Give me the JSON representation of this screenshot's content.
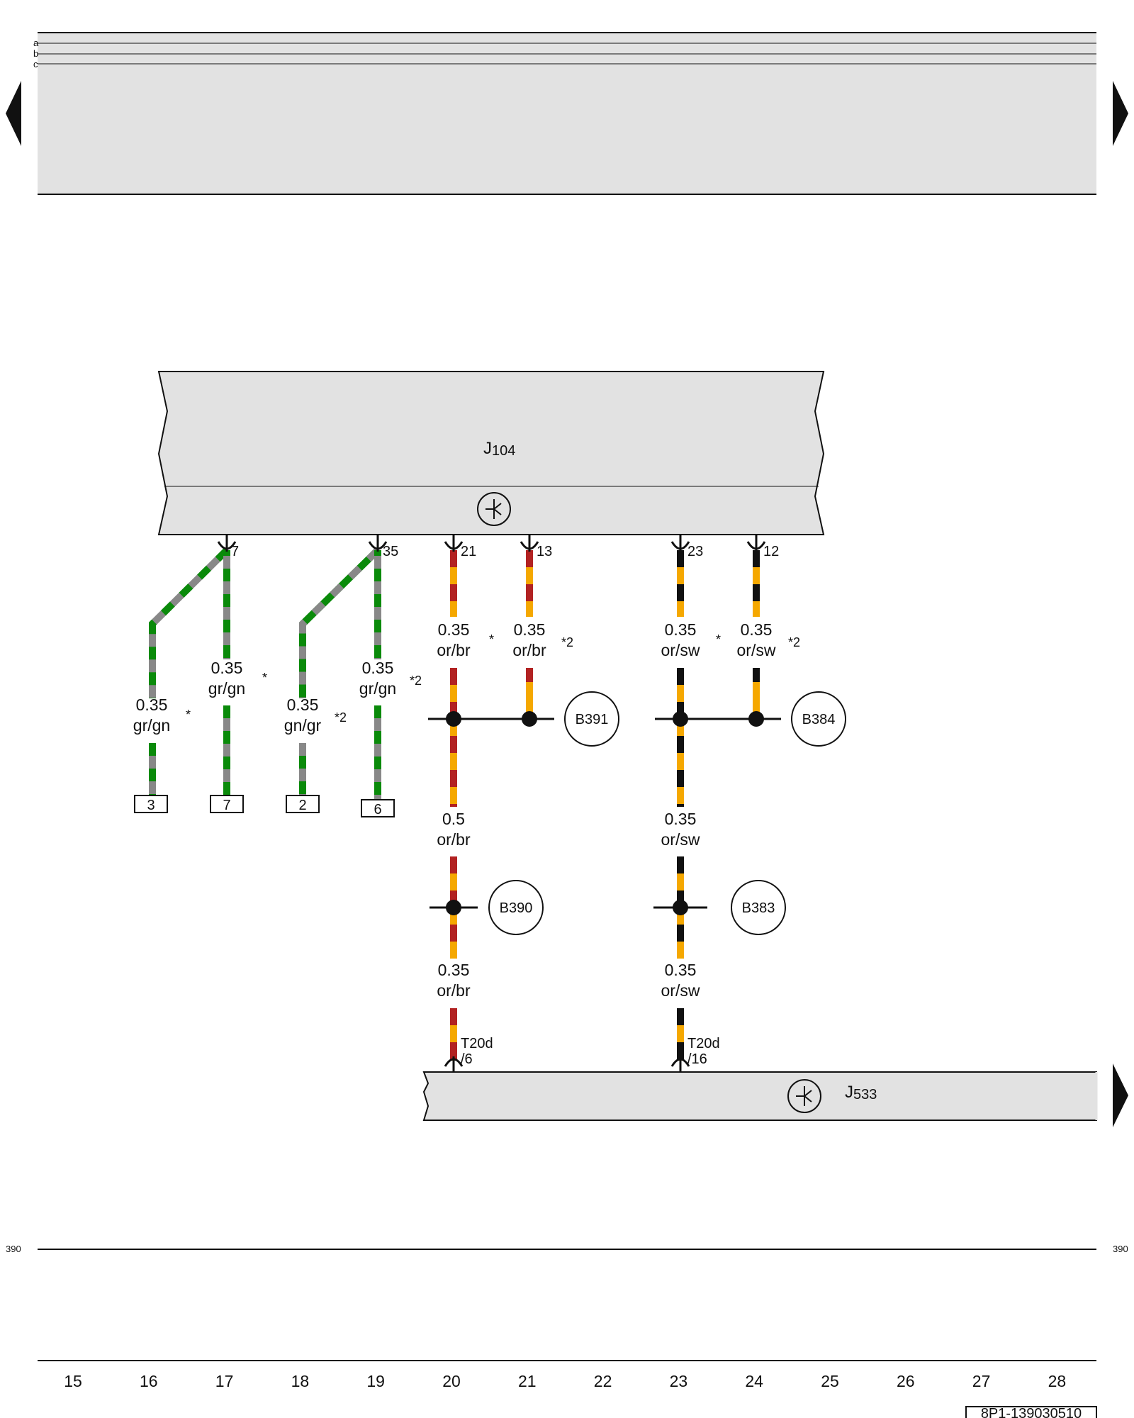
{
  "header": {
    "tracks": [
      "a",
      "b",
      "c"
    ],
    "page_left": "390",
    "page_right": "390"
  },
  "components": {
    "j104": {
      "name": "J",
      "sub": "104"
    },
    "j533": {
      "name": "J",
      "sub": "533"
    }
  },
  "pins": {
    "p7": "7",
    "p35": "35",
    "p21": "21",
    "p13": "13",
    "p23": "23",
    "p12": "12",
    "t20d_6": [
      "T20d",
      "/6"
    ],
    "t20d_16": [
      "T20d",
      "/16"
    ]
  },
  "wires": {
    "w1": [
      "0.35",
      "gr/gn"
    ],
    "w2": [
      "0.35",
      "gr/gn"
    ],
    "w3": [
      "0.35",
      "gn/gr"
    ],
    "w4": [
      "0.35",
      "gr/gn"
    ],
    "w5": [
      "0.35",
      "or/br"
    ],
    "w6": [
      "0.35",
      "or/br"
    ],
    "w7": [
      "0.5",
      "or/br"
    ],
    "w8": [
      "0.35",
      "or/br"
    ],
    "w9": [
      "0.35",
      "or/sw"
    ],
    "w10": [
      "0.35",
      "or/sw"
    ],
    "w11": [
      "0.35",
      "or/sw"
    ],
    "w12": [
      "0.35",
      "or/sw"
    ]
  },
  "footnotes": {
    "f1": "*",
    "f2": "*",
    "f3": "*2",
    "f4": "*2",
    "f5": "*",
    "f6": "*2",
    "f7": "*",
    "f8": "*2"
  },
  "connectors": {
    "c3": "3",
    "c7": "7",
    "c2": "2",
    "c6": "6"
  },
  "splices": {
    "b391": "B391",
    "b384": "B384",
    "b390": "B390",
    "b383": "B383"
  },
  "columns": [
    "15",
    "16",
    "17",
    "18",
    "19",
    "20",
    "21",
    "22",
    "23",
    "24",
    "25",
    "26",
    "27",
    "28"
  ],
  "footer_code": "8P1-139030510",
  "colors": {
    "grey": "#888888",
    "green": "#0a8a0a",
    "orange": "#f5a800",
    "brown": "#b22222",
    "black": "#111111",
    "panel": "#e2e2e2"
  }
}
